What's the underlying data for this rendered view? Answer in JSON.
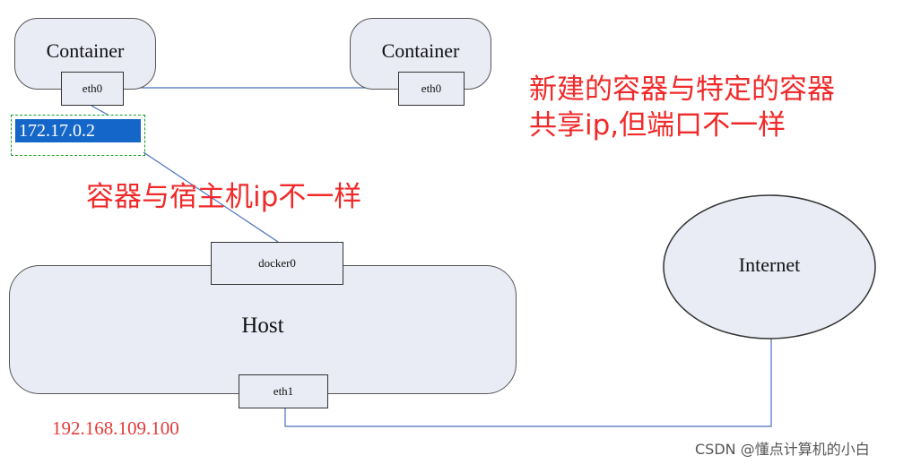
{
  "nodes": {
    "container_left": {
      "label": "Container",
      "iface": "eth0"
    },
    "container_right": {
      "label": "Container",
      "iface": "eth0"
    },
    "host": {
      "label": "Host",
      "bridge": "docker0",
      "iface": "eth1",
      "ip": "192.168.109.100"
    },
    "internet": {
      "label": "Internet"
    }
  },
  "container_ip": "172.17.0.2",
  "annotations": {
    "shared_ip_line1": "新建的容器与特定的容器",
    "shared_ip_line2": "共享ip,但端口不一样",
    "host_ip_diff": "容器与宿主机ip不一样"
  },
  "watermark": "CSDN @懂点计算机的小白",
  "colors": {
    "box_fill": "#e9ecf5",
    "link": "#4a6fc0",
    "note": "#f02a2a",
    "ip_bg": "#1467c8",
    "ip_border": "#1a9a2a"
  }
}
